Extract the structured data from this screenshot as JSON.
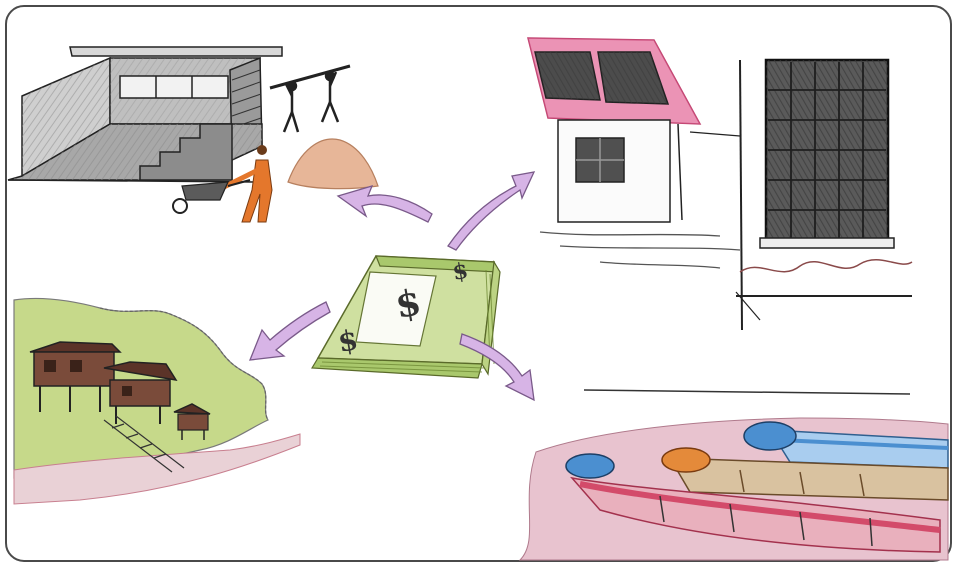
{
  "illustration": {
    "center_object": "stack-of-dollar-bills",
    "money_symbol": "$",
    "scenes": [
      "house-construction",
      "solar-panels-on-house",
      "village-houses-on-hill",
      "motor-boats-on-river"
    ],
    "colors": {
      "frame": "#4a4a4a",
      "money_green": "#a9c86c",
      "arrow_fill": "#d7b4e6",
      "roof_pink": "#e36a9c",
      "solar_dark": "#4c4c4c",
      "wall_grey": "#bdbdbd",
      "sand": "#e7b698",
      "worker_orange": "#e4772c",
      "hill_green": "#c6d98a",
      "house_brown": "#7a4b3a",
      "water_pink": "#d9a2b3",
      "boat_blue": "#4b8fd0",
      "boat_red": "#d34b6a",
      "boat_orange": "#e48a3a"
    }
  }
}
